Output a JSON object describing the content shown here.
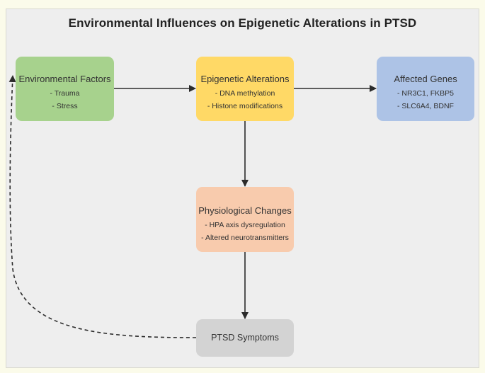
{
  "title": "Environmental Influences on Epigenetic Alterations in PTSD",
  "nodes": {
    "environmental": {
      "label": "Environmental Factors",
      "items": [
        "- Trauma",
        "- Stress"
      ],
      "color": "#a7d28d"
    },
    "epigenetic": {
      "label": "Epigenetic Alterations",
      "items": [
        "- DNA methylation",
        "- Histone modifications"
      ],
      "color": "#ffd966"
    },
    "genes": {
      "label": "Affected Genes",
      "items": [
        "- NR3C1, FKBP5",
        "- SLC6A4, BDNF"
      ],
      "color": "#adc3e6"
    },
    "physiological": {
      "label": "Physiological Changes",
      "items": [
        "- HPA axis dysregulation",
        "- Altered neurotransmitters"
      ],
      "color": "#f8cbad"
    },
    "ptsd": {
      "label": "PTSD Symptoms",
      "color": "#d3d3d3"
    }
  },
  "edges": [
    {
      "from": "environmental",
      "to": "epigenetic",
      "style": "solid"
    },
    {
      "from": "epigenetic",
      "to": "genes",
      "style": "solid"
    },
    {
      "from": "epigenetic",
      "to": "physiological",
      "style": "solid"
    },
    {
      "from": "physiological",
      "to": "ptsd",
      "style": "solid"
    },
    {
      "from": "ptsd",
      "to": "environmental",
      "style": "dashed"
    }
  ]
}
